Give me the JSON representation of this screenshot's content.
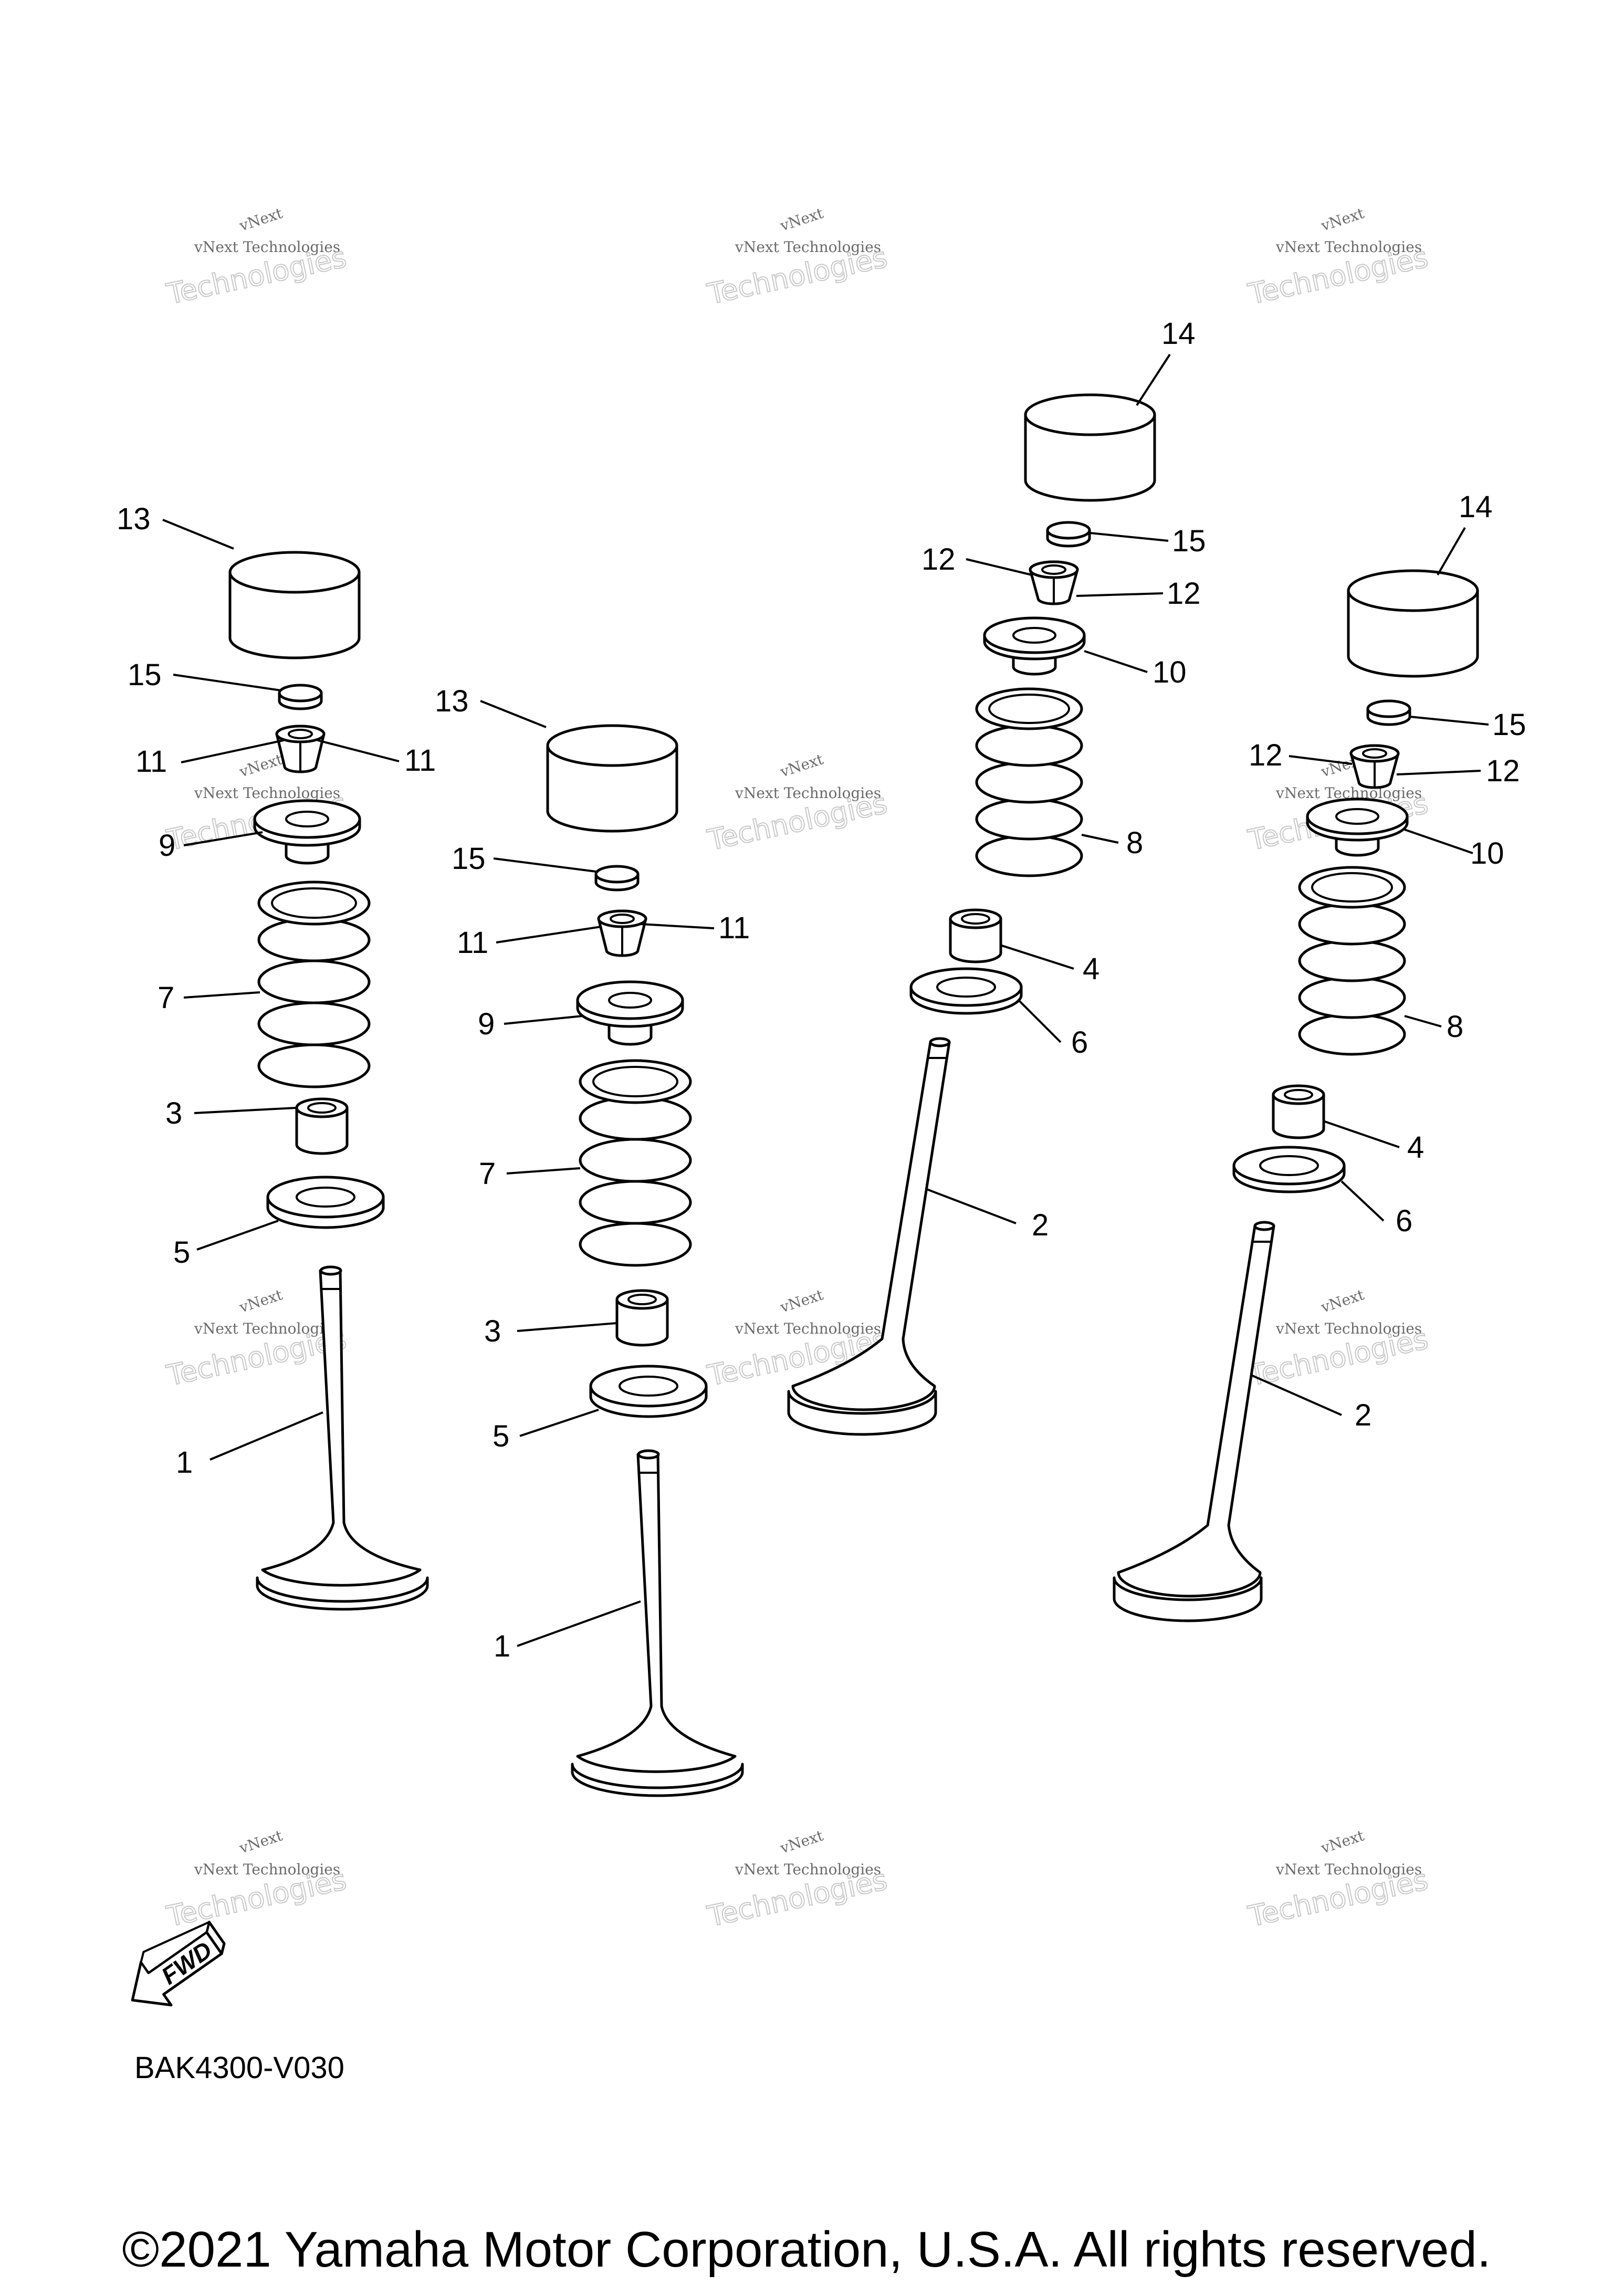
{
  "diagram_code": "BAK4300-V030",
  "copyright": "©2021 Yamaha Motor Corporation, U.S.A. All rights reserved.",
  "fwd_label": "FWD",
  "watermark": {
    "line1": "vNext",
    "line2": "vNext Technologies",
    "line3": "Technologies"
  },
  "callouts": {
    "c13a": "13",
    "c15a": "15",
    "c11a_l": "11",
    "c11a_r": "11",
    "c9a": "9",
    "c7a": "7",
    "c3a": "3",
    "c5a": "5",
    "c1a": "1",
    "c13b": "13",
    "c15b": "15",
    "c11b_l": "11",
    "c11b_r": "11",
    "c9b": "9",
    "c7b": "7",
    "c3b": "3",
    "c5b": "5",
    "c1b": "1",
    "c14c": "14",
    "c15c": "15",
    "c12c_l": "12",
    "c12c_r": "12",
    "c10c": "10",
    "c8c": "8",
    "c4c": "4",
    "c6c": "6",
    "c2c": "2",
    "c14d": "14",
    "c15d": "15",
    "c12d_l": "12",
    "c12d_r": "12",
    "c10d": "10",
    "c8d": "8",
    "c4d": "4",
    "c6d": "6",
    "c2d": "2"
  }
}
